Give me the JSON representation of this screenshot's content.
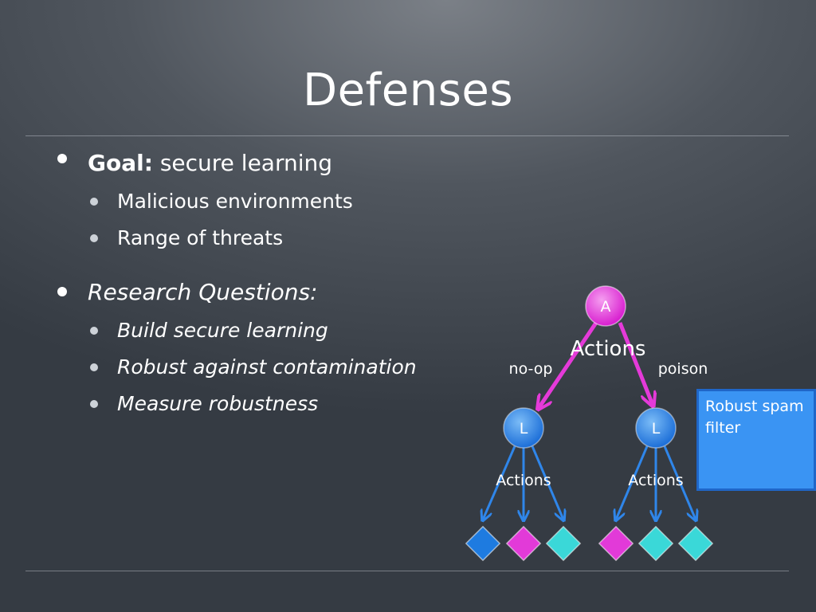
{
  "slide": {
    "title": "Defenses"
  },
  "bullets": {
    "goal": {
      "label": "Goal:",
      "text": " secure learning",
      "sub": [
        "Malicious environments",
        "Range of threats"
      ]
    },
    "research": {
      "label": "Research Questions:",
      "sub": [
        "Build secure learning",
        "Robust against contamination",
        "Measure robustness"
      ]
    }
  },
  "diagram": {
    "root_node": "A",
    "root_actions": "Actions",
    "left_edge": "no-op",
    "right_edge": "poison",
    "left_node": "L",
    "right_node": "L",
    "left_actions": "Actions",
    "right_actions": "Actions",
    "leaf_colors": [
      "#1e7be0",
      "#e23ad8",
      "#3ad8d8",
      "#e23ad8",
      "#3ad8d8",
      "#3ad8d8"
    ],
    "colors": {
      "attacker": "#e53ad9",
      "learner": "#2f86ea",
      "callout": "#3a94f3"
    }
  },
  "callout": {
    "text": "Robust spam filter"
  }
}
